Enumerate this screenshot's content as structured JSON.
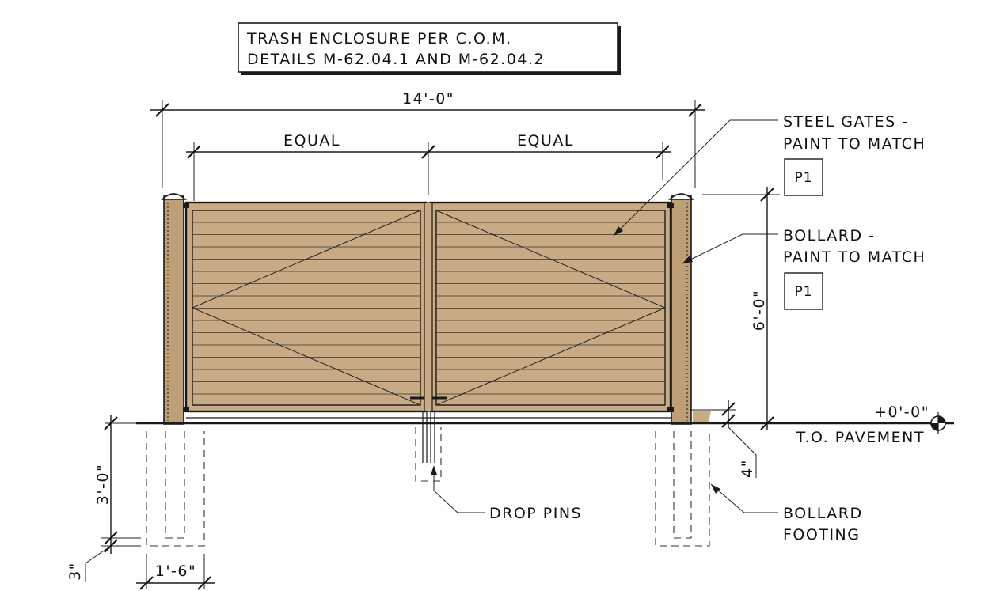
{
  "title": {
    "line1": "TRASH ENCLOSURE PER C.O.M.",
    "line2": "DETAILS M-62.04.1 AND M-62.04.2"
  },
  "dimensions": {
    "overall_width": "14'-0\"",
    "left_leaf": "EQUAL",
    "right_leaf": "EQUAL",
    "height": "6'-0\"",
    "curb": "4\"",
    "footing_depth": "3'-0\"",
    "footing_base": "3\"",
    "footing_width": "1'-6\""
  },
  "callouts": {
    "gates_line1": "STEEL GATES -",
    "gates_line2": "PAINT TO MATCH",
    "gates_tag": "P1",
    "bollard_line1": "BOLLARD -",
    "bollard_line2": "PAINT TO MATCH",
    "bollard_tag": "P1",
    "elevation": "+0'-0\"",
    "pavement": "T.O. PAVEMENT",
    "drop_pins": "DROP PINS",
    "footing_line1": "BOLLARD",
    "footing_line2": "FOOTING"
  },
  "colors": {
    "gate_fill": "#c8ab84",
    "bollard_fill": "#bf9f78",
    "line": "#1a1a1a"
  }
}
